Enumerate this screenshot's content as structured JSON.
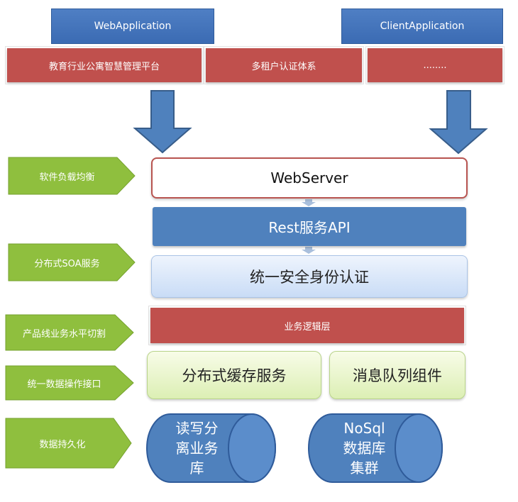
{
  "top": {
    "web_app": "WebApplication",
    "client_app": "ClientApplication",
    "cells": [
      "教育行业公寓智慧管理平台",
      "多租户认证体系",
      "........"
    ]
  },
  "stack": {
    "webserver": "WebServer",
    "rest_api": "Rest服务API",
    "auth": "统一安全身份认证",
    "logic": "业务逻辑层",
    "cache": "分布式缓存服务",
    "mq": "消息队列组件",
    "rw_db": [
      "读写分",
      "离业务",
      "库"
    ],
    "nosql": [
      "NoSql",
      "数据库",
      "集群"
    ]
  },
  "tags": [
    "软件负载均衡",
    "分布式SOA服务",
    "产品线业务水平切割",
    "统一数据操作接口",
    "数据持久化"
  ],
  "colors": {
    "header_blue": "#4f81bd",
    "cell_red": "#c0504d",
    "tag_green": "#8fbf3e",
    "cylinder_blue": "#4f81bd"
  }
}
